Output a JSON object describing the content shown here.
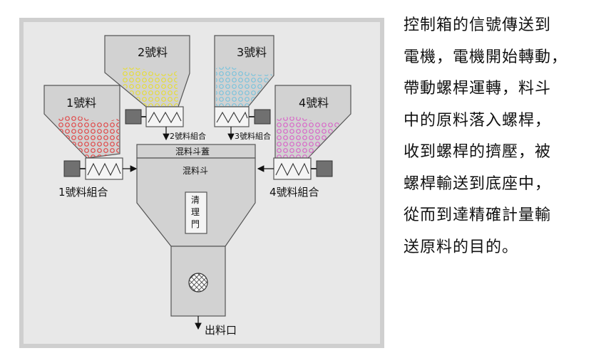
{
  "hoppers": {
    "h1": {
      "label": "1號料",
      "color": "#e04848"
    },
    "h2": {
      "label": "2號料",
      "color": "#e6dc3a"
    },
    "h3": {
      "label": "3號料",
      "color": "#7cc3dc"
    },
    "h4": {
      "label": "4號料",
      "color": "#d868c8"
    }
  },
  "assemblies": {
    "a1": "1號料組合",
    "a2": "2號料組合",
    "a3": "3號料組合",
    "a4": "4號料組合"
  },
  "mixer": {
    "lid": "混料斗蓋",
    "hopper": "混料斗",
    "door_lines": [
      "清",
      "理",
      "門"
    ]
  },
  "outlet": "出料口",
  "description_lines": [
    "控制箱的信號傳送到",
    "電機，電機開始轉動，",
    "帶動螺桿運轉，料斗",
    "中的原料落入螺桿，",
    "收到螺桿的擠壓，被",
    "螺桿輸送到底座中，",
    "從而到達精確計量輸",
    "送原料的目的。"
  ],
  "colors": {
    "panel_bg": "#e8e8e8",
    "frame": "#cfcfcf",
    "part_fill": "#d2d2d2",
    "motor": "#707070"
  }
}
